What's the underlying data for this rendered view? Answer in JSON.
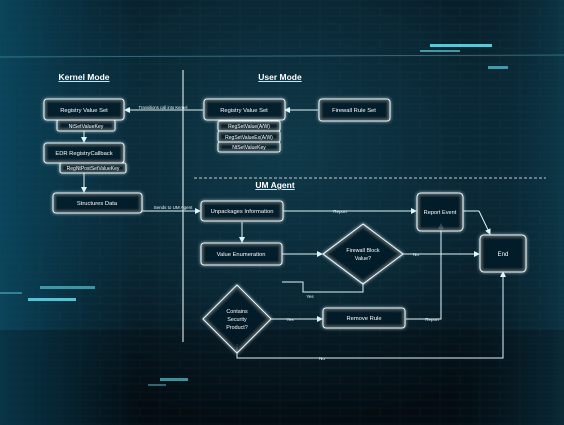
{
  "sections": {
    "kernel": "Kernel Mode",
    "user": "User Mode",
    "agent": "UM Agent"
  },
  "nodes": {
    "registry_value_set_k": "Registry Value Set",
    "nt_set_value_key_k": "NtSetValueKey",
    "edr_registry_callback": "EDR RegistryCallback",
    "reg_nt_post_set_value_key": "RegNtPostSetValueKey",
    "structures_data": "Structures Data",
    "registry_value_set_u": "Registry Value Set",
    "firewall_rule_set": "Firewall Rule Set",
    "reg_set_value": "RegSetValue(A/W)",
    "reg_set_value_ex": "RegSetValueEx(A/W)",
    "nt_set_value_key_u": "NtSetValueKey",
    "unpackages_information": "Unpackages Information",
    "value_enumeration": "Value Enumeration",
    "firewall_block_value": [
      "Firewall Block",
      "Value?"
    ],
    "contains_security_product": [
      "Contains",
      "Security",
      "Product?"
    ],
    "remove_rule": "Remove Rule",
    "report_event": "Report Event",
    "end": "End"
  },
  "edges": {
    "transitions": "Transitions call into Kernel",
    "sends_to_agent": "Sends to UM Agent",
    "report_1": "Report",
    "no_1": "No",
    "yes_1": "Yes",
    "yes_2": "Yes",
    "report_2": "Report",
    "no_2": "No"
  },
  "colors": {
    "background": "#071a24",
    "glow": "#3fd4ec",
    "line": "#cfeff6",
    "text": "#ffffff"
  }
}
